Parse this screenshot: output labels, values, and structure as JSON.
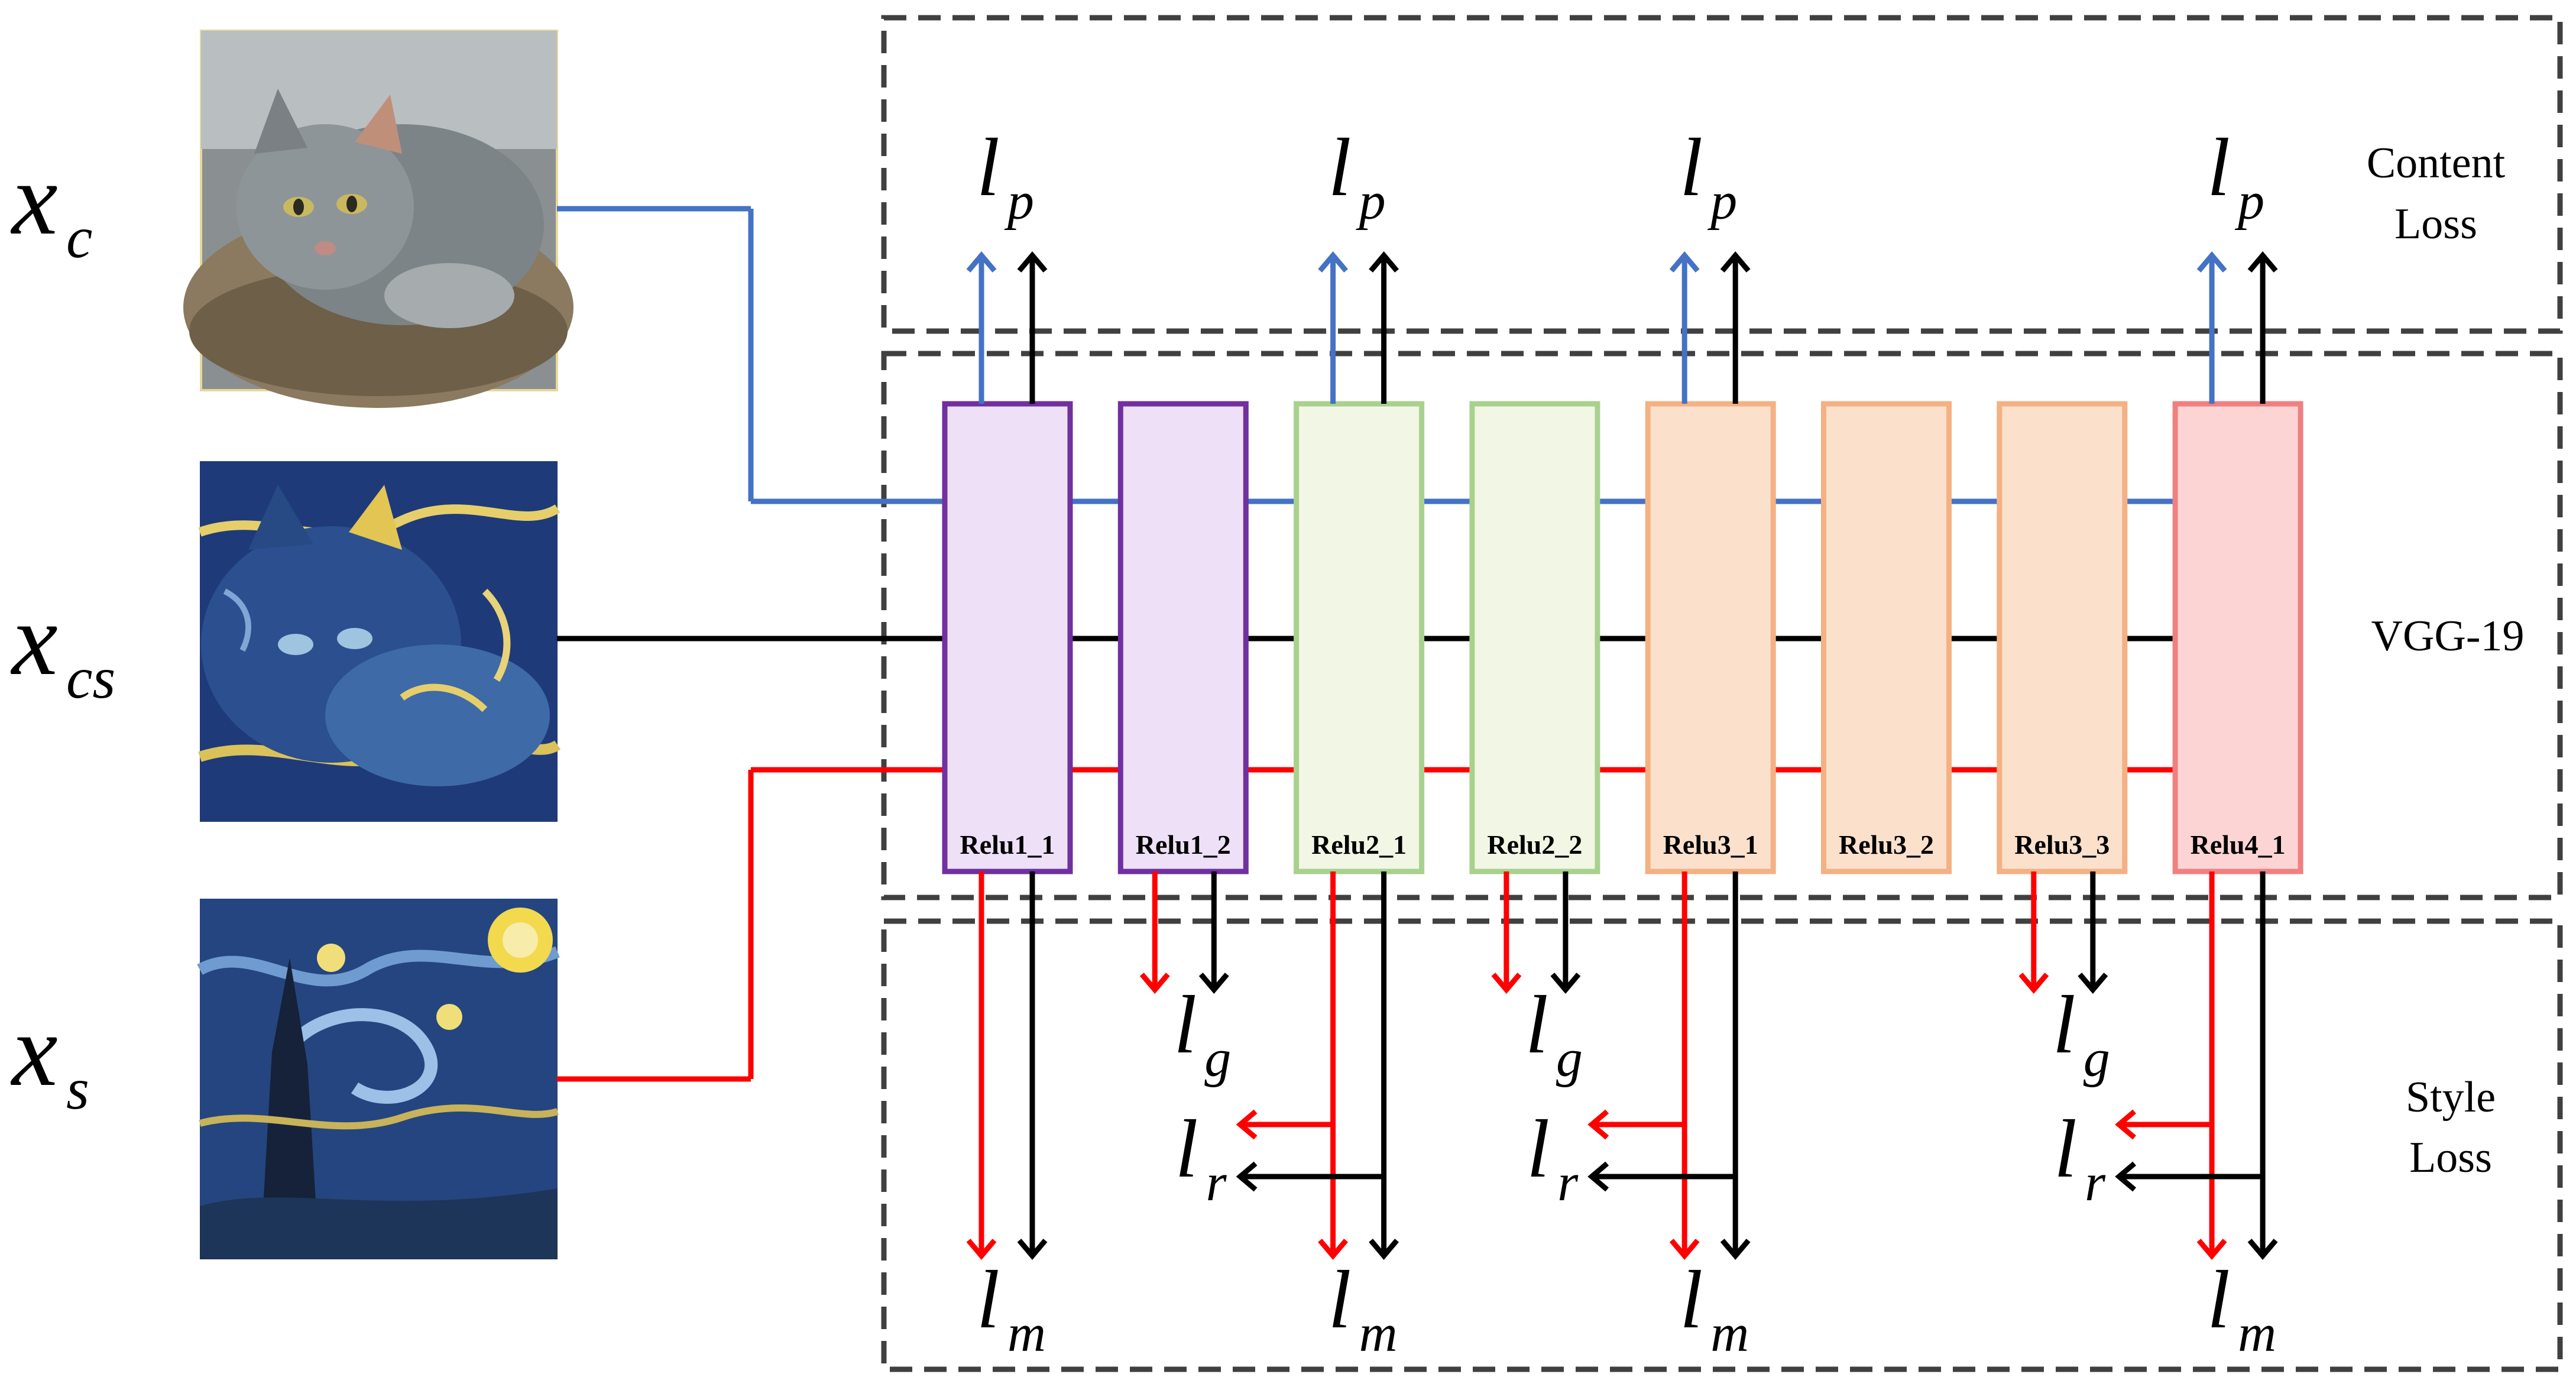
{
  "inputs": {
    "content": {
      "symbol": "x",
      "subscript": "c",
      "image": "photo of a grey cat lying on a cushion"
    },
    "stylized": {
      "symbol": "x",
      "subscript": "cs",
      "image": "cat photo rendered in Van Gogh swirling style"
    },
    "style": {
      "symbol": "x",
      "subscript": "s",
      "image": "The Starry Night painting"
    }
  },
  "groups": {
    "content_loss": [
      "Content",
      "Loss"
    ],
    "vgg": "VGG-19",
    "style_loss": [
      "Style",
      "Loss"
    ]
  },
  "layers": [
    {
      "label": "Relu1_1",
      "fill": "#ede0f7",
      "stroke": "#7030a0",
      "content_loss": true,
      "gram_loss": false,
      "extra_loss": false,
      "mean_loss": true
    },
    {
      "label": "Relu1_2",
      "fill": "#ede0f7",
      "stroke": "#7030a0",
      "content_loss": false,
      "gram_loss": true,
      "extra_loss": false,
      "mean_loss": false
    },
    {
      "label": "Relu2_1",
      "fill": "#f1f7e4",
      "stroke": "#a9d18e",
      "content_loss": true,
      "gram_loss": false,
      "extra_loss": true,
      "mean_loss": true
    },
    {
      "label": "Relu2_2",
      "fill": "#f1f7e4",
      "stroke": "#a9d18e",
      "content_loss": false,
      "gram_loss": true,
      "extra_loss": false,
      "mean_loss": false
    },
    {
      "label": "Relu3_1",
      "fill": "#fbe1cc",
      "stroke": "#f4b183",
      "content_loss": true,
      "gram_loss": false,
      "extra_loss": true,
      "mean_loss": true
    },
    {
      "label": "Relu3_2",
      "fill": "#fbe1cc",
      "stroke": "#f4b183",
      "content_loss": false,
      "gram_loss": false,
      "extra_loss": false,
      "mean_loss": false
    },
    {
      "label": "Relu3_3",
      "fill": "#fbe1cc",
      "stroke": "#f4b183",
      "content_loss": false,
      "gram_loss": true,
      "extra_loss": false,
      "mean_loss": false
    },
    {
      "label": "Relu4_1",
      "fill": "#fcd4d4",
      "stroke": "#f08080",
      "content_loss": true,
      "gram_loss": false,
      "extra_loss": true,
      "mean_loss": true
    }
  ],
  "loss_symbols": {
    "perceptual": {
      "symbol": "l",
      "subscript": "p"
    },
    "gram": {
      "symbol": "l",
      "subscript": "g"
    },
    "extra": {
      "symbol": "l",
      "subscript": "r"
    },
    "mean": {
      "symbol": "l",
      "subscript": "m"
    }
  },
  "colors": {
    "content_path": "#4472c4",
    "stylized_path": "#000000",
    "style_path": "#ff0000",
    "dashed_border": "#404040"
  }
}
